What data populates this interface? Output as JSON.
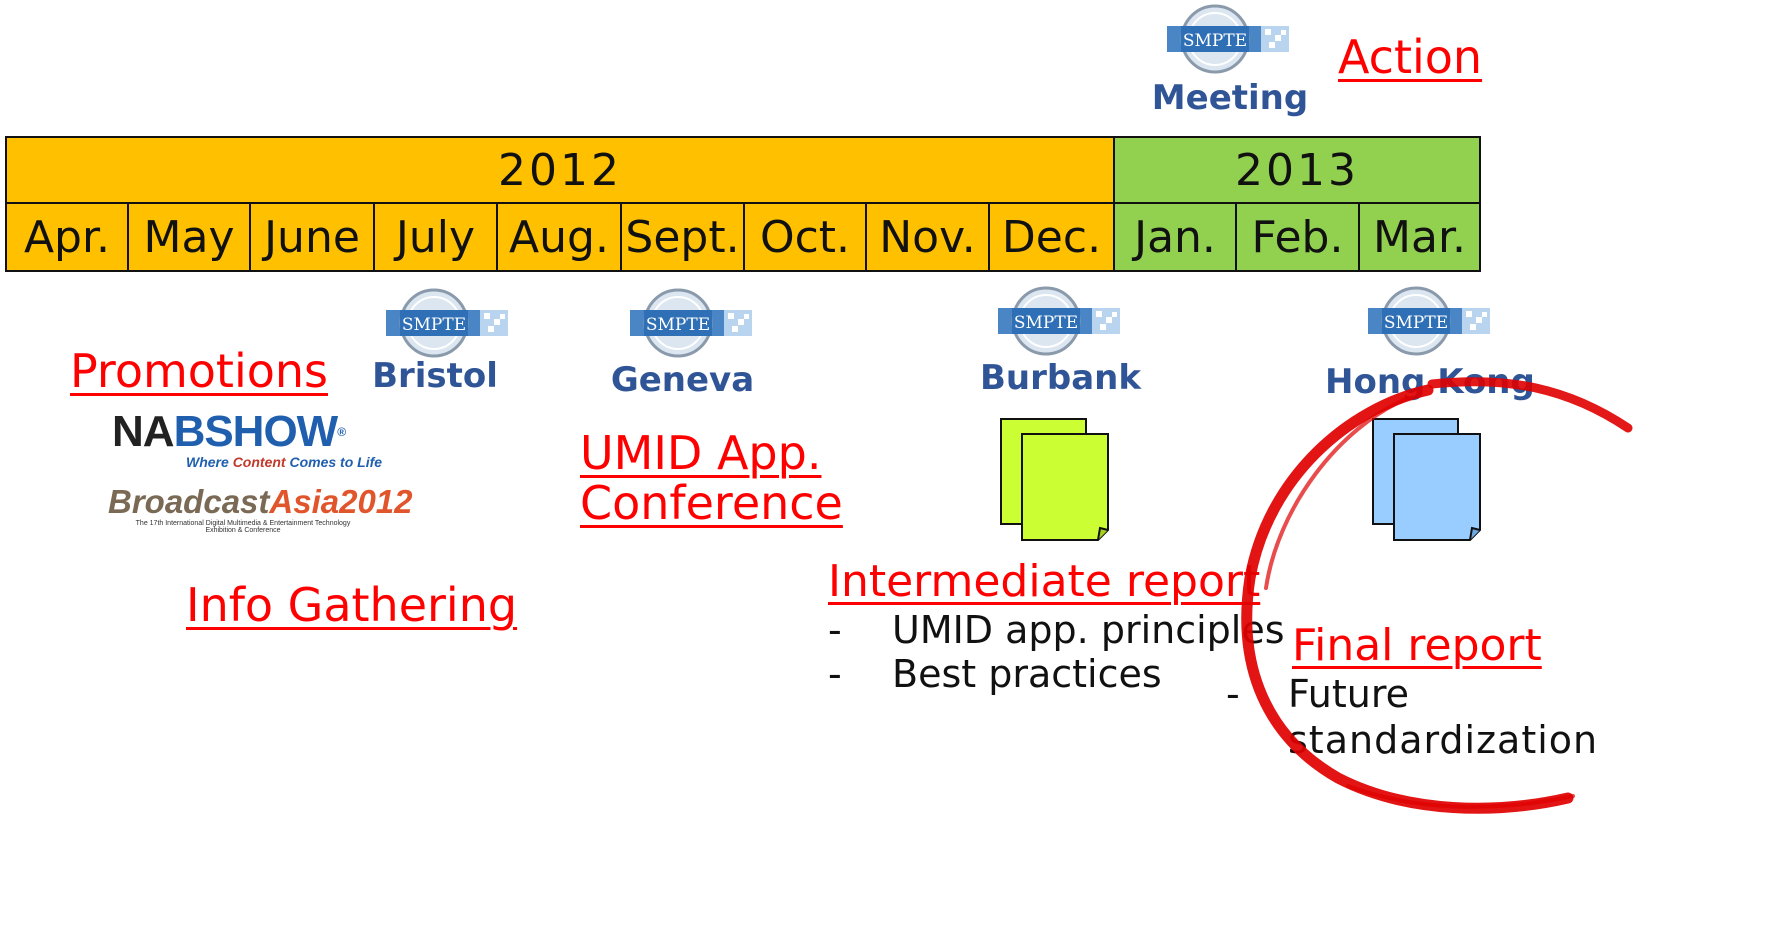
{
  "years": [
    {
      "label": "2012"
    },
    {
      "label": "2013"
    }
  ],
  "months": [
    "Apr.",
    "May",
    "June",
    "July",
    "Aug.",
    "Sept.",
    "Oct.",
    "Nov.",
    "Dec.",
    "Jan.",
    "Feb.",
    "Mar."
  ],
  "logos": {
    "smpte_text": "SMPTE",
    "nab": {
      "name_a": "NA",
      "name_b": "BSHOW",
      "reg": "®",
      "tagline_a": "Where ",
      "tagline_b": "Content",
      "tagline_c": " Comes to Life"
    },
    "broadcast_asia": {
      "name_a": "Broadcast",
      "name_b": "Asia2012",
      "line1": "The 17th International Digital Multimedia & Entertainment Technology",
      "line2": "Exhibition & Conference"
    }
  },
  "meetings": {
    "meeting": "Meeting",
    "bristol": "Bristol",
    "geneva": "Geneva",
    "burbank": "Burbank",
    "hongkong": "Hong Kong"
  },
  "labels": {
    "action": "Action",
    "promotions": "Promotions",
    "info_gathering": "Info Gathering",
    "umid_conf_line1": "UMID App.",
    "umid_conf_line2": "Conference",
    "intermediate_report": "Intermediate report",
    "final_report": "Final report"
  },
  "intermediate_items": [
    "UMID app. principles",
    "Best practices"
  ],
  "final_items": [
    "Future",
    "standardization"
  ],
  "bullet_char": "-",
  "colors": {
    "year_2012": "#ffc000",
    "year_2013": "#92d050",
    "action_red": "#ff0000",
    "city_blue": "#2f5597",
    "doc_green": "#ccff33",
    "doc_blue": "#99ccff"
  }
}
